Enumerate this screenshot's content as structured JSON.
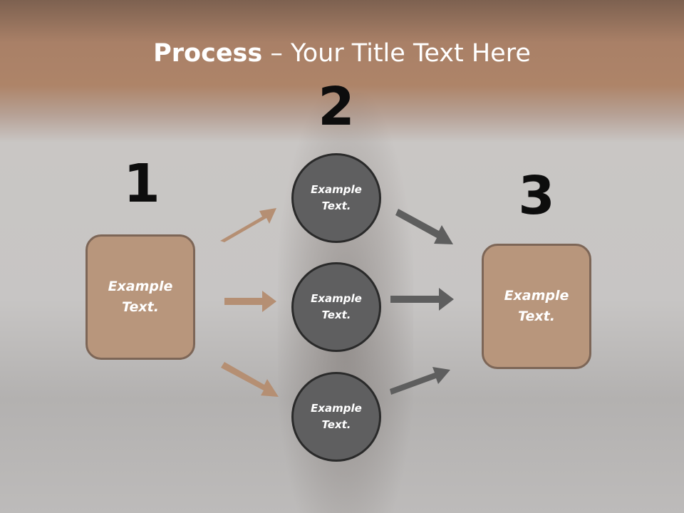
{
  "title": {
    "bold": "Process",
    "rest": " – Your Title Text Here"
  },
  "steps": {
    "one": "1",
    "two": "2",
    "three": "3"
  },
  "left_box": "Example\nText.",
  "right_box": "Example\nText.",
  "circles": [
    "Example\nText.",
    "Example\nText.",
    "Example\nText."
  ],
  "colors": {
    "box_fill": "#b8967c",
    "circle_fill": "#5f5f60",
    "arrow_tan": "#b58f73",
    "arrow_gray": "#5e5e5e"
  }
}
